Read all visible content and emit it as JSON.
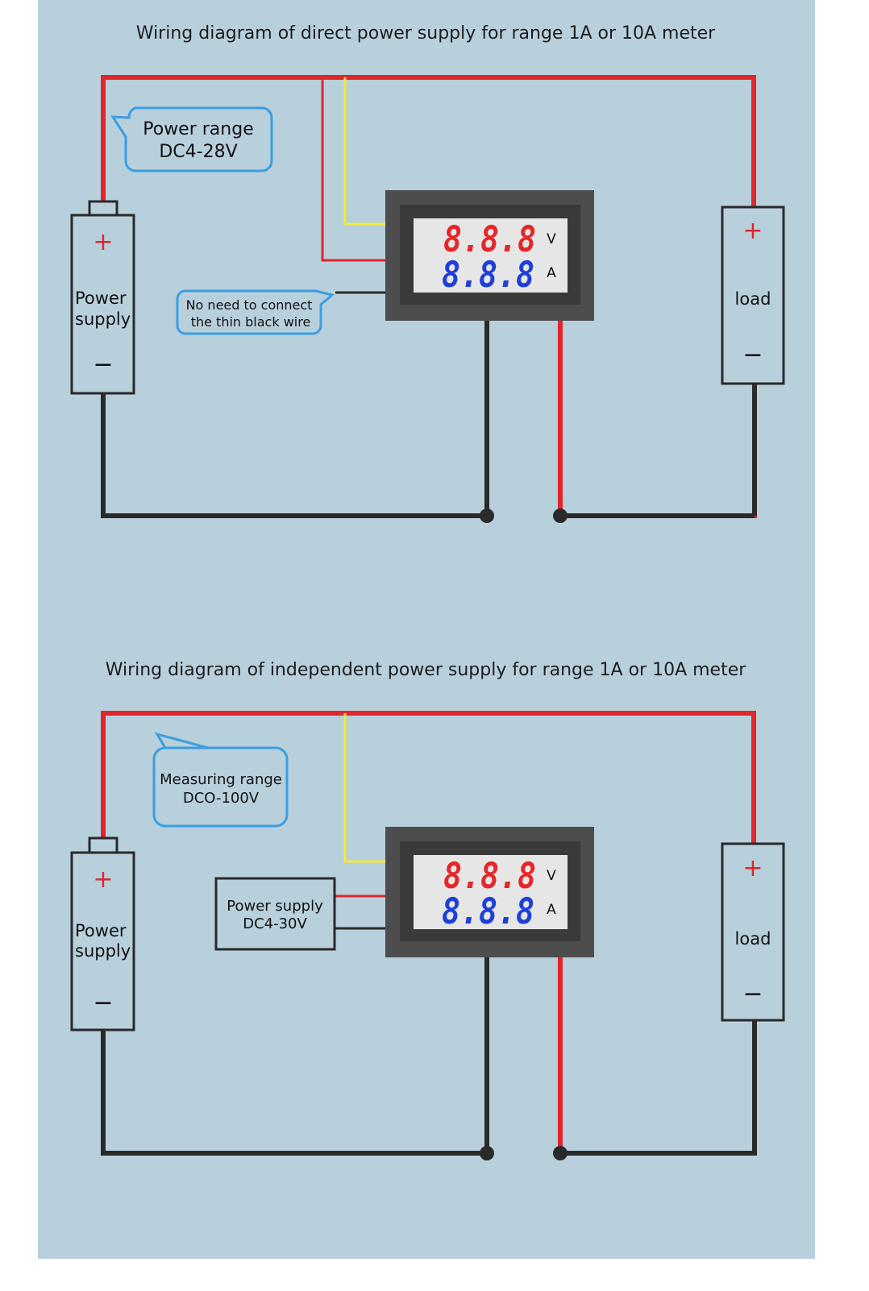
{
  "colors": {
    "background": "#b8cfdc",
    "wire_red": "#e0262b",
    "wire_black": "#2a2a2a",
    "wire_yellow": "#f2ea3a",
    "callout_border": "#3a9fe0",
    "meter_body": "#4d4d4d",
    "display_bg": "#e6e6e6",
    "digits_volt": "#e5262b",
    "digits_amp": "#1f3fd8"
  },
  "diagram1": {
    "title": "Wiring diagram of direct power supply for range 1A or 10A meter",
    "callout_range_line1": "Power range",
    "callout_range_line2": "DC4-28V",
    "callout_note_line1": "No need to connect",
    "callout_note_line2": "the thin black wire",
    "meter": {
      "row1": "8.8.8",
      "row1_unit": "V",
      "row2": "8.8.8",
      "row2_unit": "A"
    },
    "source": {
      "plus": "+",
      "label_line1": "Power",
      "label_line2": "supply",
      "minus": "−"
    },
    "load": {
      "plus": "+",
      "label": "load",
      "minus": "−"
    }
  },
  "diagram2": {
    "title": "Wiring diagram of independent power supply for range 1A or 10A meter",
    "callout_range_line1": "Measuring range",
    "callout_range_line2": "DCO-100V",
    "aux_supply_line1": "Power supply",
    "aux_supply_line2": "DC4-30V",
    "meter": {
      "row1": "8.8.8",
      "row1_unit": "V",
      "row2": "8.8.8",
      "row2_unit": "A"
    },
    "source": {
      "plus": "+",
      "label_line1": "Power",
      "label_line2": "supply",
      "minus": "−"
    },
    "load": {
      "plus": "+",
      "label": "load",
      "minus": "−"
    }
  },
  "icons": {
    "callout": "speech-bubble-icon",
    "source": "battery-icon",
    "load": "resistor-box-icon",
    "meter": "digital-volt-amp-meter-icon"
  }
}
